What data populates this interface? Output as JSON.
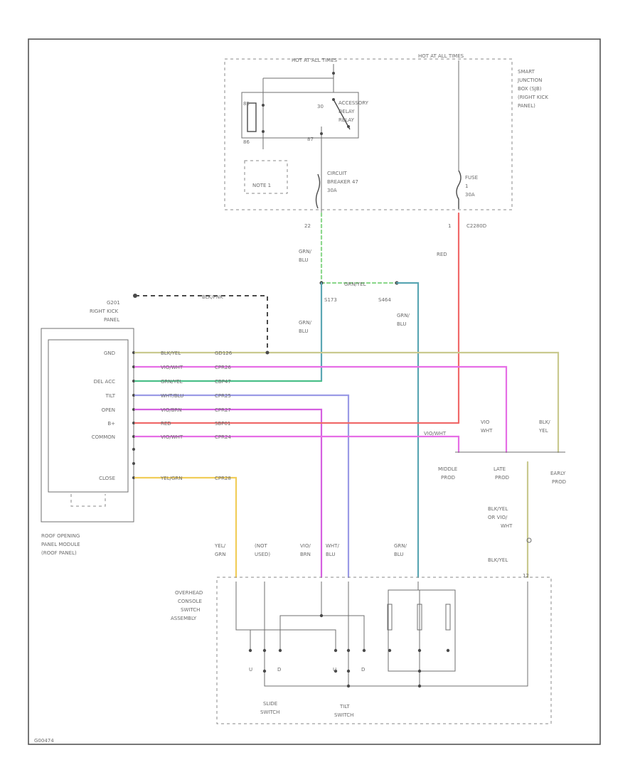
{
  "colors": {
    "grn_blu": "#5aa6b3",
    "blk_yel": "#c9c98f",
    "violet_wht": "#e66ee6",
    "grn_yel": "#4cc08a",
    "wht_blu": "#9a9ae6",
    "violet_brn": "#d560e0",
    "red": "#f06a6a",
    "yel_grn": "#f1cd5a",
    "dash_grn": "#8ed88e"
  },
  "sjb": {
    "hot_at_all_times_left": "HOT AT ALL TIMES",
    "hot_at_all_times_right": "HOT AT ALL TIMES",
    "name": [
      "SMART",
      "JUNCTION",
      "BOX (SJB)",
      "(RIGHT KICK",
      "PANEL)"
    ],
    "relay_label": [
      "ACCESSORY",
      "DELAY",
      "RELAY"
    ],
    "breaker_label": [
      "CIRCUIT",
      "BREAKER 47",
      "30A"
    ],
    "fuse_label": [
      "FUSE",
      "1",
      "30A"
    ],
    "note_box": "NOTE 1",
    "pin_left": "22",
    "pin_right": "1",
    "connector_right": "C2280D"
  },
  "splices": {
    "s173": "S173",
    "s464": "S464",
    "g201": [
      "G201",
      "RIGHT KICK",
      "PANEL"
    ],
    "grn_blu_top": [
      "GRN/",
      "BLU"
    ],
    "grn_blu_mid": [
      "GRN/",
      "BLU"
    ],
    "grn_blu_right": [
      "GRN/",
      "BLU"
    ],
    "blk_pnk": "BLK/PNK",
    "grn_yel_dash": "GRN/YEL",
    "red": "RED"
  },
  "module": {
    "pins": [
      "GND",
      "",
      "DEL ACC",
      "TILT",
      "OPEN",
      "B+",
      "COMMON",
      "",
      "",
      "CLOSE"
    ],
    "name": [
      "ROOF OPENING",
      "PANEL MODULE",
      "(ROOF PANEL)"
    ]
  },
  "wires": [
    {
      "name": "BLK/YEL",
      "circuit": "GD126"
    },
    {
      "name": "VIO/WHT",
      "circuit": "CPR26"
    },
    {
      "name": "GRN/YEL",
      "circuit": "CBP47"
    },
    {
      "name": "WHT/BLU",
      "circuit": "CPR25"
    },
    {
      "name": "VIO/BRN",
      "circuit": "CPR27"
    },
    {
      "name": "RED",
      "circuit": "SBP01"
    },
    {
      "name": "VIO/WHT",
      "circuit": "CPR24"
    },
    {
      "name": "YEL/GRN",
      "circuit": "CPR28"
    }
  ],
  "right": {
    "vio_wht": "VIO/WHT",
    "vio": [
      "VIO",
      "WHT"
    ],
    "blk": [
      "BLK/",
      "YEL"
    ],
    "prod": [
      [
        "MIDDLE",
        "PROD"
      ],
      [
        "LATE",
        "PROD"
      ],
      [
        "EARLY",
        "PROD"
      ]
    ],
    "blk_yel_or": [
      "BLK/YEL",
      "OR VIO/",
      "WHT"
    ],
    "blk_yel2": "BLK/YEL",
    "pin12": "12"
  },
  "console": {
    "wire_labels": [
      [
        "YEL/",
        "GRN"
      ],
      [
        "(NOT",
        "USED)"
      ],
      [
        "VIO/",
        "BRN"
      ],
      [
        "WHT/",
        "BLU"
      ],
      [
        "GRN/",
        "BLU"
      ]
    ],
    "name": [
      "OVERHEAD",
      "CONSOLE",
      "SWITCH",
      "ASSEMBLY"
    ],
    "slide": [
      "SLIDE",
      "SWITCH"
    ],
    "tilt": [
      "TILT",
      "SWITCH"
    ],
    "contacts": [
      "U",
      "D",
      "U",
      "D"
    ]
  },
  "footer": "G00474"
}
